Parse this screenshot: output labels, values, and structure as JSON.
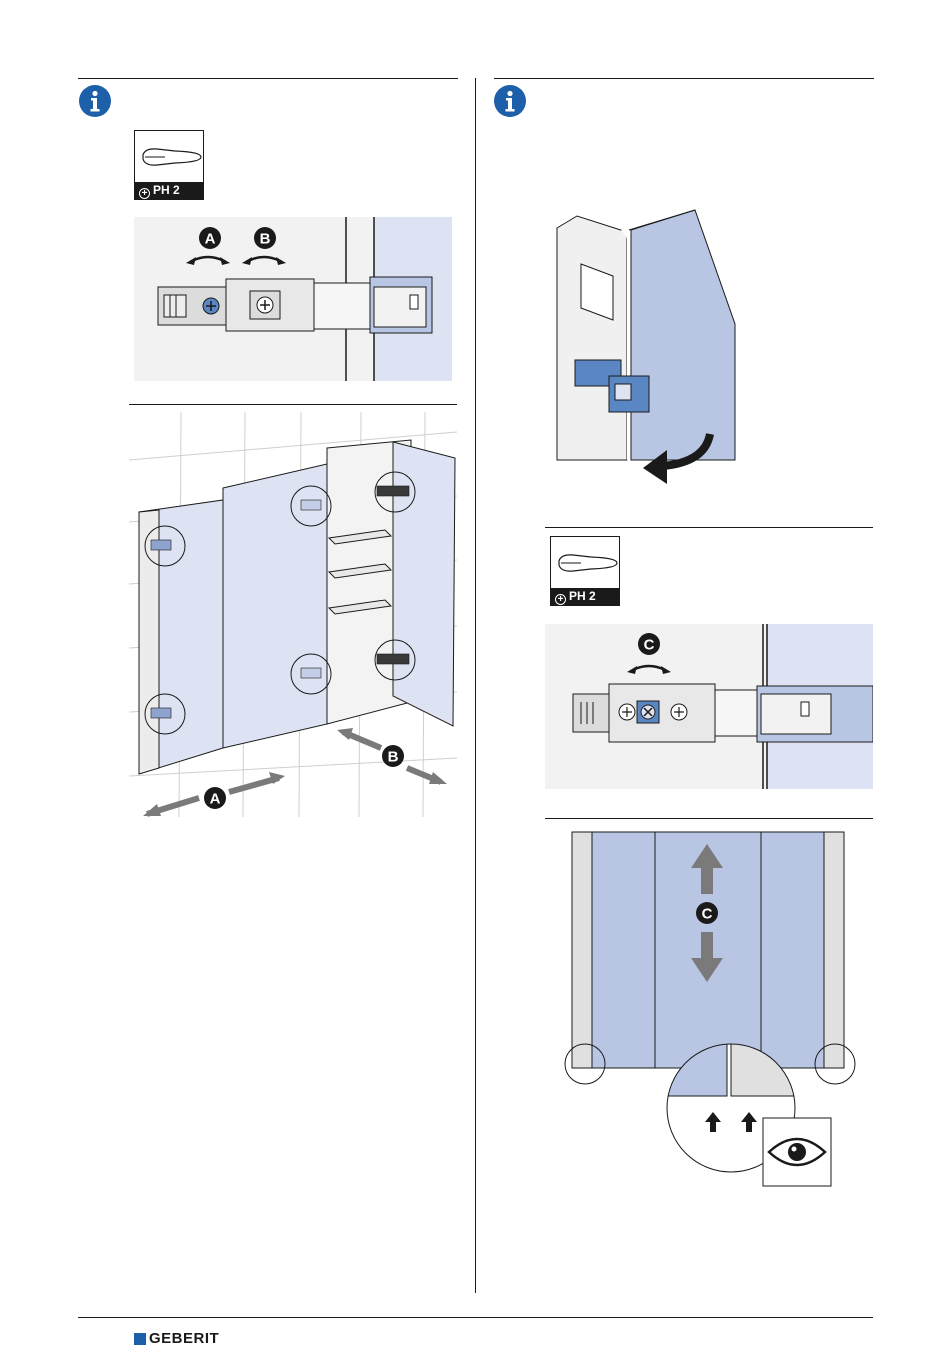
{
  "tools": {
    "left": {
      "label": "PH 2"
    },
    "right": {
      "label": "PH 2"
    }
  },
  "markers": {
    "a": "A",
    "b": "B",
    "c": "C"
  },
  "footer": {
    "brand": "GEBERIT"
  },
  "colors": {
    "info_blue": "#1d5fa8",
    "panel_blue": "#b8c6e4",
    "light_blue": "#dde3f2",
    "gray_bg": "#f2f2f2",
    "arrow_gray": "#7a7a7a"
  }
}
